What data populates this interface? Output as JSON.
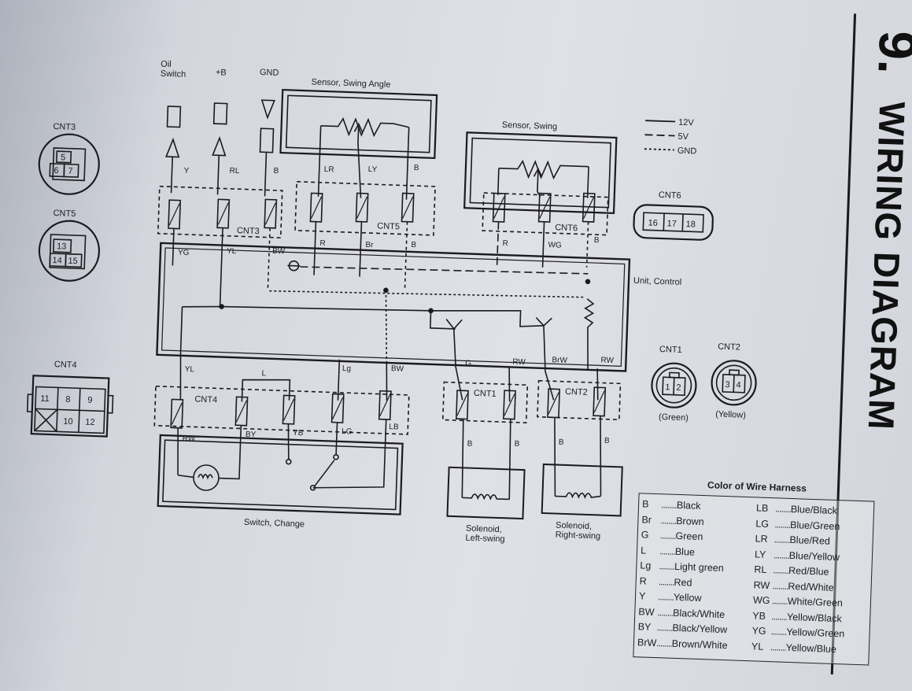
{
  "section": {
    "number": "9.",
    "title": "WIRING DIAGRAM"
  },
  "supplies": [
    {
      "label": "Oil\nSwitch",
      "wire": "Y"
    },
    {
      "label": "+B",
      "wire": "RL"
    },
    {
      "label": "GND",
      "wire": "B"
    }
  ],
  "line_legend": [
    "12V",
    "5V",
    "GND"
  ],
  "sensors": {
    "swing_angle": "Sensor, Swing Angle",
    "swing": "Sensor, Swing"
  },
  "unit_control": "Unit, Control",
  "switch_change": "Switch, Change",
  "solenoids": {
    "left": "Solenoid,\nLeft-swing",
    "right": "Solenoid,\nRight-swing"
  },
  "connectors": {
    "cnt1": {
      "name": "CNT1",
      "pins": [
        "1",
        "2"
      ],
      "note": "(Green)"
    },
    "cnt2": {
      "name": "CNT2",
      "pins": [
        "3",
        "4"
      ],
      "note": "(Yellow)"
    },
    "cnt3": {
      "name": "CNT3",
      "pins": [
        "5",
        "6",
        "7"
      ]
    },
    "cnt4": {
      "name": "CNT4",
      "pins": [
        "11",
        "8",
        "9",
        "10",
        "12"
      ]
    },
    "cnt5": {
      "name": "CNT5",
      "pins": [
        "13",
        "14",
        "15"
      ]
    },
    "cnt6": {
      "name": "CNT6",
      "pins": [
        "16",
        "17",
        "18"
      ]
    }
  },
  "wire_labels": {
    "sensor_angle": [
      "LR",
      "LY",
      "B"
    ],
    "cnt3_lower": [
      "YG",
      "YL",
      "BW"
    ],
    "cnt5_lower": [
      "R",
      "Br",
      "B"
    ],
    "cnt6_lower": [
      "R",
      "WG",
      "B"
    ],
    "cnt4_upper": [
      "YL",
      "L",
      "Lg",
      "BW"
    ],
    "cnt4_lower": [
      "RW",
      "BY",
      "YB",
      "LG",
      "LB"
    ],
    "cnt1_upper": [
      "G",
      "RW"
    ],
    "cnt2_upper": [
      "BrW",
      "RW"
    ],
    "solenoid_wires": [
      "B",
      "B",
      "B",
      "B"
    ]
  },
  "harness_legend": {
    "title": "Color of Wire Harness",
    "left": [
      {
        "code": "B",
        "name": "Black"
      },
      {
        "code": "Br",
        "name": "Brown"
      },
      {
        "code": "G",
        "name": "Green"
      },
      {
        "code": "L",
        "name": "Blue"
      },
      {
        "code": "Lg",
        "name": "Light green"
      },
      {
        "code": "R",
        "name": "Red"
      },
      {
        "code": "Y",
        "name": "Yellow"
      },
      {
        "code": "BW",
        "name": "Black/White"
      },
      {
        "code": "BY",
        "name": "Black/Yellow"
      },
      {
        "code": "BrW",
        "name": "Brown/White"
      }
    ],
    "right": [
      {
        "code": "LB",
        "name": "Blue/Black"
      },
      {
        "code": "LG",
        "name": "Blue/Green"
      },
      {
        "code": "LR",
        "name": "Blue/Red"
      },
      {
        "code": "LY",
        "name": "Blue/Yellow"
      },
      {
        "code": "RL",
        "name": "Red/Blue"
      },
      {
        "code": "RW",
        "name": "Red/White"
      },
      {
        "code": "WG",
        "name": "White/Green"
      },
      {
        "code": "YB",
        "name": "Yellow/Black"
      },
      {
        "code": "YG",
        "name": "Yellow/Green"
      },
      {
        "code": "YL",
        "name": "Yellow/Blue"
      }
    ]
  }
}
